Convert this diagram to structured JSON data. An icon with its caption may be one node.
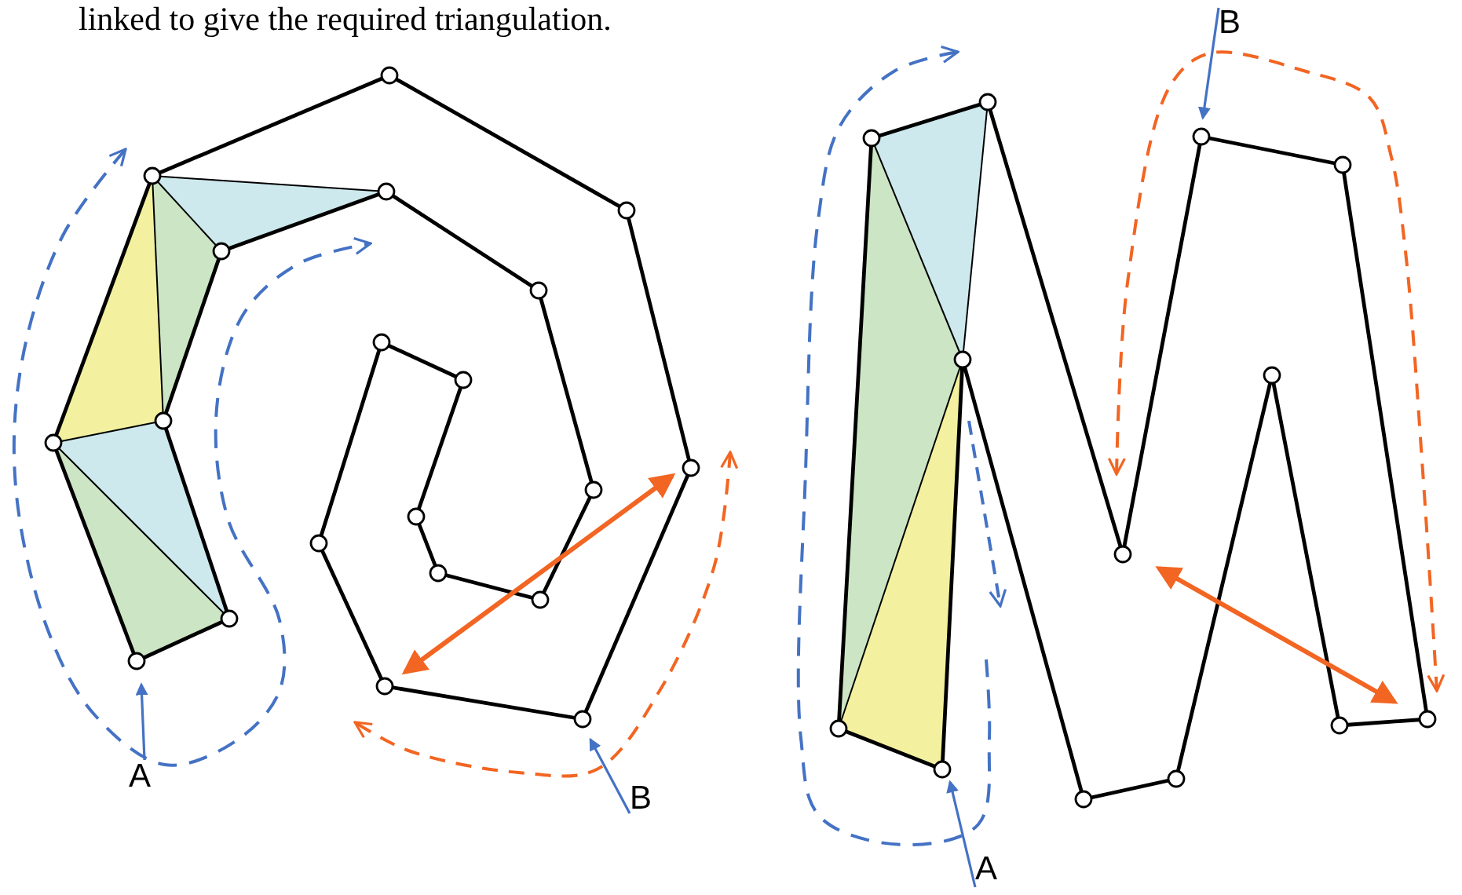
{
  "diagram": {
    "nodes": [
      {
        "text": [
          "A"
        ]
      },
      {
        "text": [
          "B"
        ]
      },
      {
        "text": [
          "A"
        ]
      },
      {
        "text": [
          "B"
        ]
      }
    ],
    "edges": [
      {
        "from": 0,
        "to": null,
        "arrow": "to"
      },
      {
        "from": 1,
        "to": null,
        "arrow": "to"
      },
      {
        "from": 2,
        "to": null,
        "arrow": "to"
      },
      {
        "from": 3,
        "to": null,
        "arrow": "to"
      }
    ],
    "labels": [
      "linked to give the required triangulation."
    ]
  }
}
